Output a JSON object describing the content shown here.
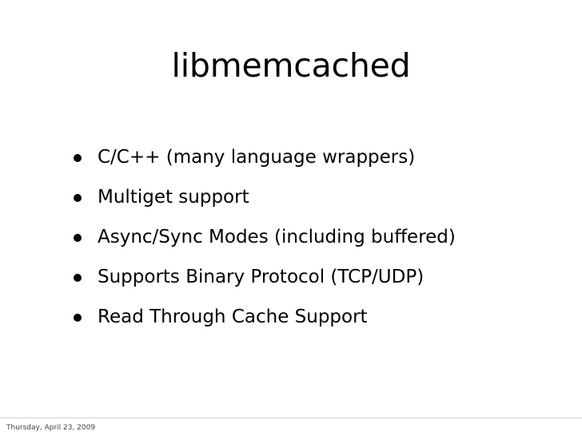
{
  "slide": {
    "title": "libmemcached",
    "bullets": [
      {
        "text": "C/C++ (many language wrappers)"
      },
      {
        "text": "Multiget support"
      },
      {
        "text": "Async/Sync Modes (including buffered)"
      },
      {
        "text": "Supports Binary Protocol (TCP/UDP)"
      },
      {
        "text": "Read Through Cache Support"
      }
    ]
  },
  "footer": {
    "timestamp": "Thursday, April 23, 2009"
  },
  "colors": {
    "background": "#ffffff",
    "text": "#000000",
    "rule": "#d0d0d0",
    "footer_text": "#444444"
  }
}
